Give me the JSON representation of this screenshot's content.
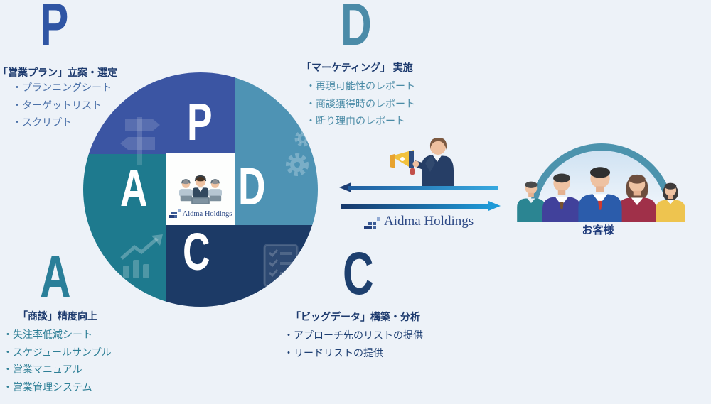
{
  "colors": {
    "background": "#edf2f8",
    "plan_accent": "#2f55a4",
    "do_accent": "#4b8ba8",
    "act_accent": "#2a7f99",
    "check_accent": "#1d3f6e",
    "heading": "#1d3a6e",
    "quad_nw": "#3b55a3",
    "quad_ne": "#4e93b4",
    "quad_se": "#1c3a66",
    "quad_sw": "#1e7a8e",
    "arrow_dark": "#1c3e74",
    "arrow_light": "#2ea3dc",
    "arch": "#4c93ad"
  },
  "sections": {
    "plan": {
      "letter": "P",
      "title": "「営業プラン」立案・選定",
      "items": [
        "・プランニングシート",
        "・ターゲットリスト",
        "・スクリプト"
      ]
    },
    "do": {
      "letter": "D",
      "title": "「マーケティング」 実施",
      "items": [
        "・再現可能性のレポート",
        "・商談獲得時のレポート",
        "・断り理由のレポート"
      ]
    },
    "act": {
      "letter": "A",
      "title": "「商談」精度向上",
      "items": [
        "・失注率低減シート",
        "・スケジュールサンプル",
        "・営業マニュアル",
        "・営業管理システム"
      ]
    },
    "check": {
      "letter": "C",
      "title": "「ビッグデータ」構築・分析",
      "items": [
        "・アプローチ先のリストの提供",
        "・リードリストの提供"
      ]
    }
  },
  "cycle": {
    "p": "P",
    "d": "D",
    "c": "C",
    "a": "A",
    "center_company": "Aidma Holdings"
  },
  "middle": {
    "company": "Aidma Holdings"
  },
  "customers": {
    "label": "お客様"
  }
}
